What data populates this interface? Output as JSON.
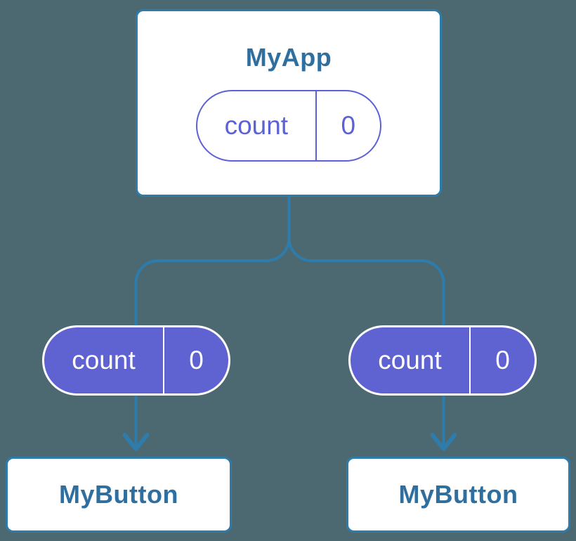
{
  "colors": {
    "background": "#4c6972",
    "connector_blue": "#2e7cab",
    "card_background": "#ffffff",
    "card_border_blue": "#2e7cab",
    "title_text_blue": "#2f6f9f",
    "pill_fill_purple": "#5f63d1",
    "pill_outline_purple": "#5d61d6",
    "pill_text_on_purple": "#ffffff"
  },
  "tree": {
    "root": {
      "title": "MyApp",
      "state": {
        "label": "count",
        "value": "0"
      }
    },
    "children": [
      {
        "title": "MyButton",
        "prop": {
          "label": "count",
          "value": "0"
        }
      },
      {
        "title": "MyButton",
        "prop": {
          "label": "count",
          "value": "0"
        }
      }
    ]
  }
}
